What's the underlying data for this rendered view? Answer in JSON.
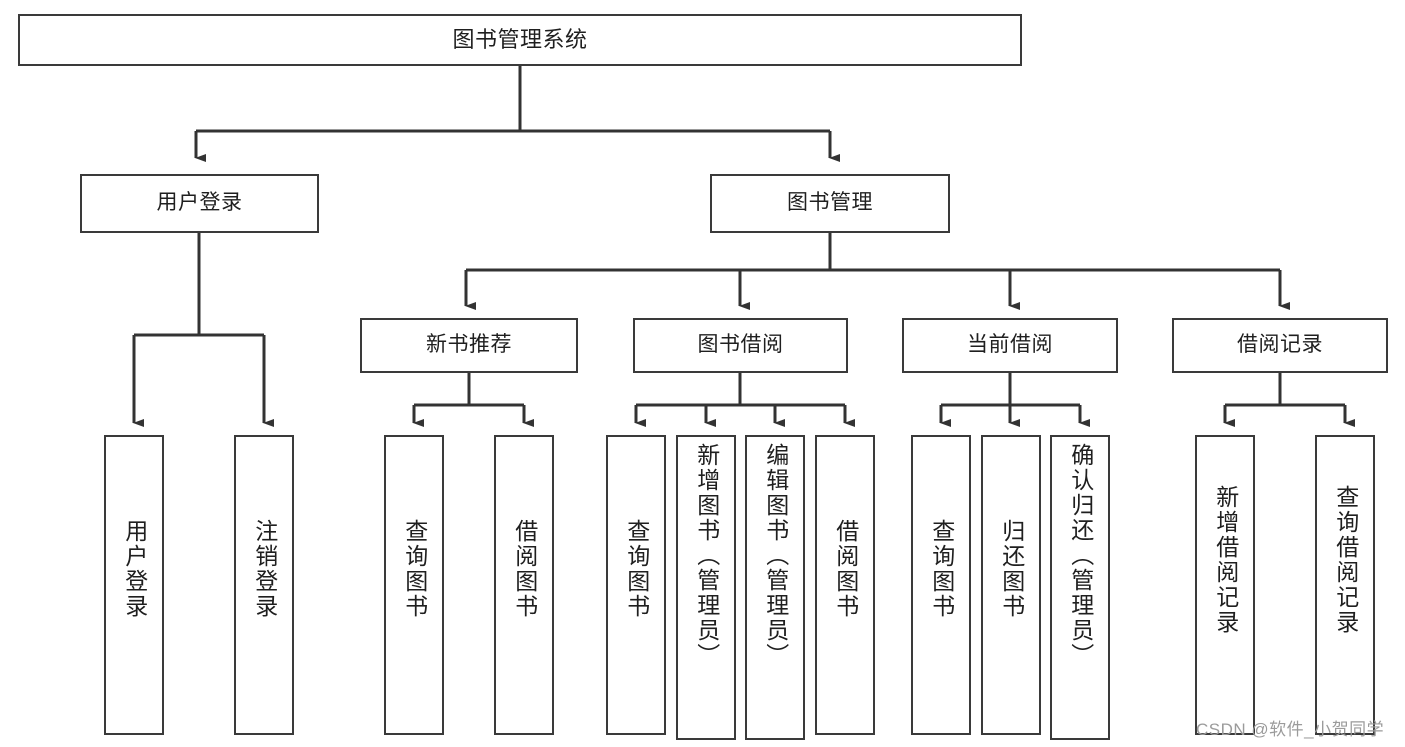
{
  "diagram": {
    "title": "图书管理系统",
    "type": "functional-structure-tree",
    "watermark": "CSDN @软件_小贺同学",
    "colors": {
      "background": "#ffffff",
      "border": "#3a3a3a",
      "connector": "#333333",
      "text": "#1f1f1f",
      "watermark": "#9b9b9b"
    },
    "levels": {
      "root": {
        "label": "图书管理系统"
      },
      "level2": [
        {
          "label": "用户登录"
        },
        {
          "label": "图书管理"
        }
      ],
      "level3": [
        {
          "label": "新书推荐"
        },
        {
          "label": "图书借阅"
        },
        {
          "label": "当前借阅"
        },
        {
          "label": "借阅记录"
        }
      ],
      "leaves": {
        "user_login": [
          {
            "label": "用户登录"
          },
          {
            "label": "注销登录"
          }
        ],
        "new_book_recommend": [
          {
            "label": "查询图书"
          },
          {
            "label": "借阅图书"
          }
        ],
        "book_borrow": [
          {
            "label": "查询图书"
          },
          {
            "label": "新增图书（管理员）"
          },
          {
            "label": "编辑图书（管理员）"
          },
          {
            "label": "借阅图书"
          }
        ],
        "current_borrow": [
          {
            "label": "查询图书"
          },
          {
            "label": "归还图书"
          },
          {
            "label": "确认归还（管理员）"
          }
        ],
        "borrow_record": [
          {
            "label": "新增借阅记录"
          },
          {
            "label": "查询借阅记录"
          }
        ]
      }
    }
  }
}
